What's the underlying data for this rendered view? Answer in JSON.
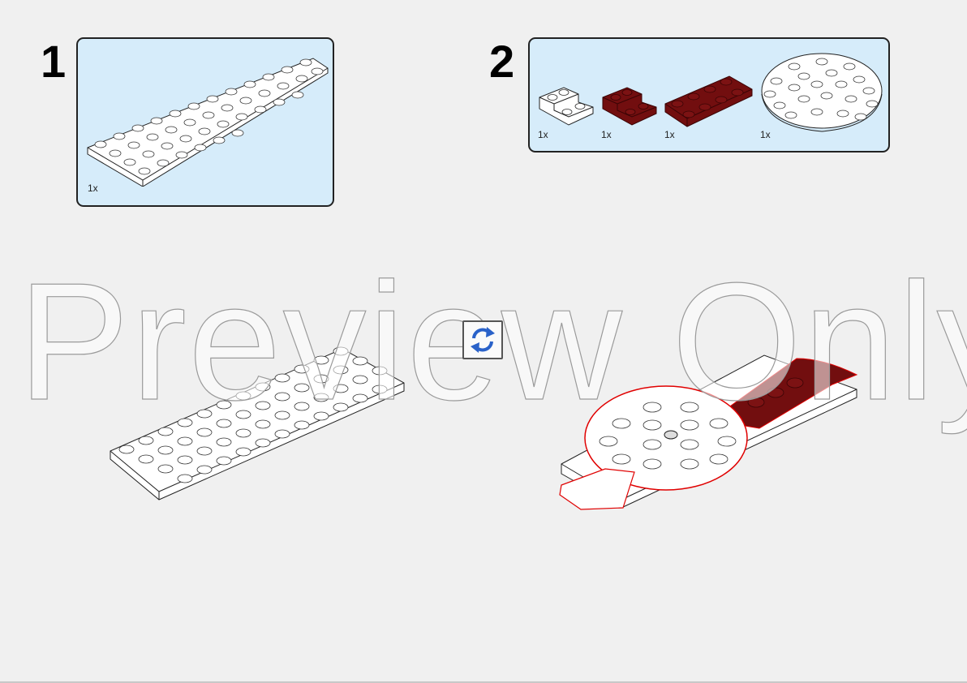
{
  "steps": [
    {
      "number": "1",
      "parts": [
        {
          "name": "plate-4x12-white",
          "color": "#ffffff",
          "qty": "1x"
        }
      ]
    },
    {
      "number": "2",
      "parts": [
        {
          "name": "slope-inverted-white",
          "color": "#ffffff",
          "qty": "1x"
        },
        {
          "name": "slope-inverted-dark-red",
          "color": "#720e0f",
          "qty": "1x"
        },
        {
          "name": "plate-2x4-dark-red",
          "color": "#720e0f",
          "qty": "1x"
        },
        {
          "name": "round-plate-6x6-white",
          "color": "#ffffff",
          "qty": "1x"
        }
      ]
    }
  ],
  "watermark": {
    "text": "Preview Only"
  },
  "controls": {
    "rotate_icon": "rotate-icon"
  },
  "colors": {
    "background": "#f0f0f0",
    "parts_box_fill": "#d6ecfa",
    "dark_red": "#720e0f",
    "highlight_outline": "#e00000",
    "rotate_blue": "#2a62c9"
  }
}
